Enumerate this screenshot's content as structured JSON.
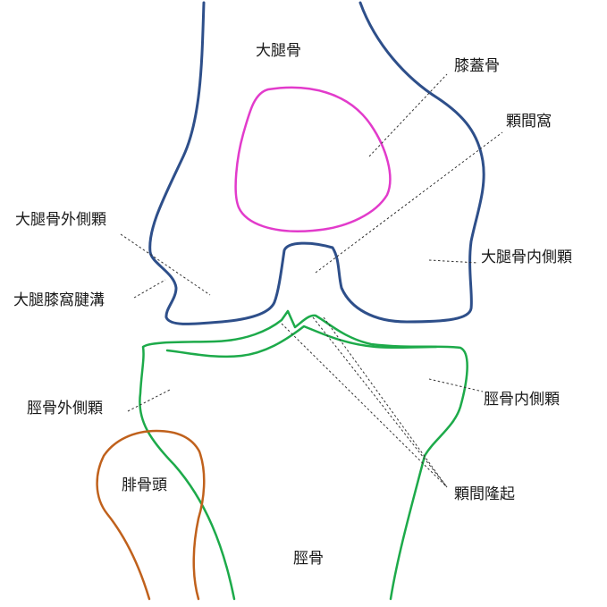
{
  "colors": {
    "femur": "#2e4f8a",
    "patella": "#e23bcb",
    "tibia": "#1daa4a",
    "fibula": "#c0611c",
    "leader": "#333333",
    "text": "#1a1a1a"
  },
  "labels": {
    "femur": "大腿骨",
    "patella": "膝蓋骨",
    "intercondylar_fossa": "顆間窩",
    "lateral_femoral_condyle": "大腿骨外側顆",
    "medial_femoral_condyle": "大腿骨内側顆",
    "popliteal_groove": "大腿膝窩腱溝",
    "lateral_tibial_condyle": "脛骨外側顆",
    "medial_tibial_condyle": "脛骨内側顆",
    "fibular_head": "腓骨頭",
    "intercondylar_eminence": "顆間隆起",
    "tibia": "脛骨"
  }
}
